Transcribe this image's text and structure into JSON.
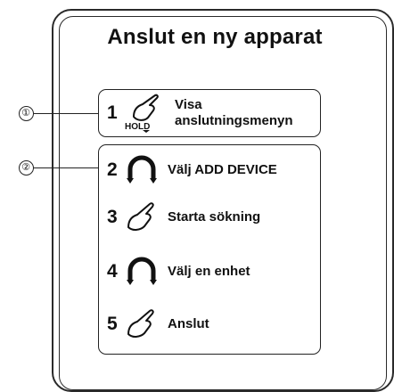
{
  "title": "Anslut en ny apparat",
  "callouts": [
    "①",
    "②"
  ],
  "steps": [
    {
      "num": "1",
      "icon": "hold-press-icon",
      "label_line1": "Visa",
      "label_line2": "anslutningsmenyn",
      "hold_text": "HOLD"
    },
    {
      "num": "2",
      "icon": "rotate-knob-icon",
      "label": "Välj ADD DEVICE"
    },
    {
      "num": "3",
      "icon": "press-icon",
      "label": "Starta sökning"
    },
    {
      "num": "4",
      "icon": "rotate-knob-icon",
      "label": "Välj en enhet"
    },
    {
      "num": "5",
      "icon": "press-icon",
      "label": "Anslut"
    }
  ]
}
